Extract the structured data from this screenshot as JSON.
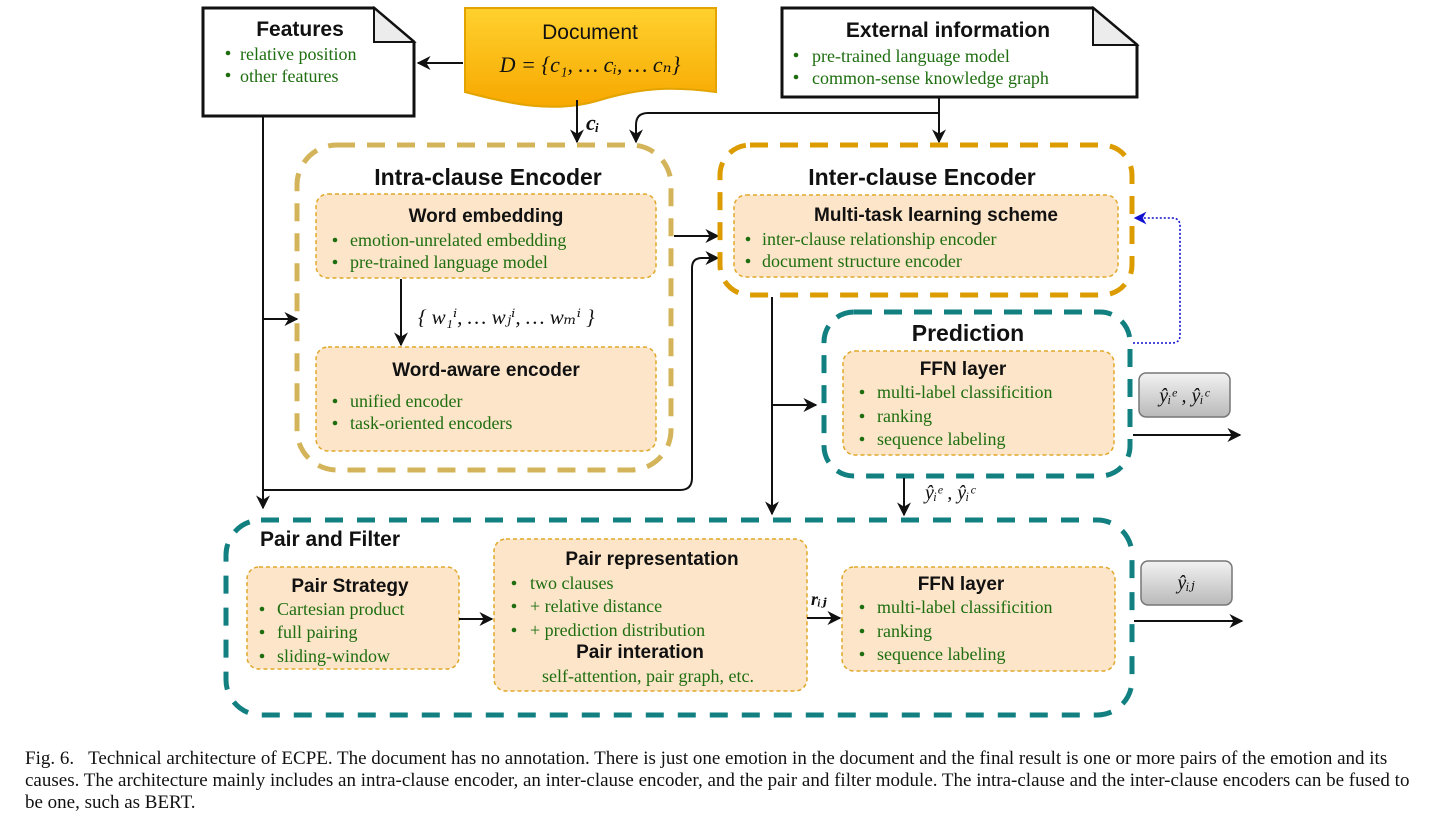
{
  "features": {
    "title": "Features",
    "items": [
      "relative position",
      "other features"
    ]
  },
  "document": {
    "title": "Document",
    "formula": "D = {c₁, … cᵢ, … cₙ}"
  },
  "external_information": {
    "title": "External information",
    "items": [
      "pre-trained language model",
      "common-sense knowledge graph"
    ]
  },
  "ci_label": "cᵢ",
  "intra_clause_encoder": {
    "title": "Intra-clause Encoder",
    "word_embedding": {
      "title": "Word embedding",
      "items": [
        "emotion-unrelated embedding",
        "pre-trained language model"
      ]
    },
    "word_sequence": "{ w₁ⁱ, … wⱼⁱ, … wₘⁱ }",
    "word_aware_encoder": {
      "title": "Word-aware encoder",
      "items": [
        "unified encoder",
        "task-oriented encoders"
      ]
    }
  },
  "inter_clause_encoder": {
    "title": "Inter-clause Encoder",
    "multi_task": {
      "title": "Multi-task learning scheme",
      "items": [
        "inter-clause relationship encoder",
        "document structure encoder"
      ]
    }
  },
  "prediction": {
    "title": "Prediction",
    "ffn": {
      "title": "FFN layer",
      "items": [
        "multi-label classificition",
        "ranking",
        "sequence labeling"
      ]
    },
    "output": "ŷᵢᵉ , ŷᵢᶜ"
  },
  "prediction_to_pair_label": "ŷᵢᵉ , ŷᵢᶜ",
  "pair_and_filter": {
    "title": "Pair and Filter",
    "pair_strategy": {
      "title": "Pair Strategy",
      "items": [
        "Cartesian product",
        "full pairing",
        "sliding-window"
      ]
    },
    "pair_representation": {
      "title": "Pair  representation",
      "items": [
        "two clauses",
        "+ relative distance",
        "+ prediction distribution"
      ],
      "interaction_title": "Pair interation",
      "interaction_text": "self-attention, pair graph, etc."
    },
    "rij_label": "rᵢⱼ",
    "ffn": {
      "title": "FFN layer",
      "items": [
        "multi-label classificition",
        "ranking",
        "sequence labeling"
      ]
    },
    "output": "ŷᵢⱼ"
  },
  "caption": {
    "label": "Fig. 6.",
    "text": "Technical architecture of ECPE. The document has no annotation. There is just one emotion in the document and the final result is one or more pairs of the emotion and its causes. The architecture mainly includes an intra-clause encoder, an inter-clause encoder, and the pair and filter module. The intra-clause and the inter-clause encoders can be fused to be one, such as BERT."
  },
  "colors": {
    "intra_border": "#d4b45a",
    "inter_border": "#dc9c00",
    "teal_border": "#127f80",
    "inner_fill": "#fde5c9",
    "inner_border": "#e0a82a",
    "green_text": "#1e6e10",
    "feedback_arrow": "#1010d0",
    "document_fill_top": "#ffd12e",
    "document_fill_bottom": "#f7a800"
  }
}
